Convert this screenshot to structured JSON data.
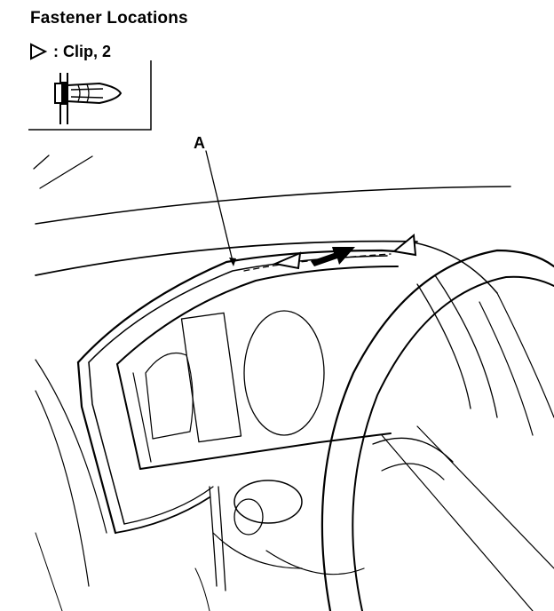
{
  "header": {
    "title": "Fastener Locations"
  },
  "legend": {
    "symbol": "triangle-outline-icon",
    "label": ": Clip, 2"
  },
  "callouts": {
    "a": "A"
  },
  "colors": {
    "ink": "#000000",
    "paper": "#ffffff"
  }
}
